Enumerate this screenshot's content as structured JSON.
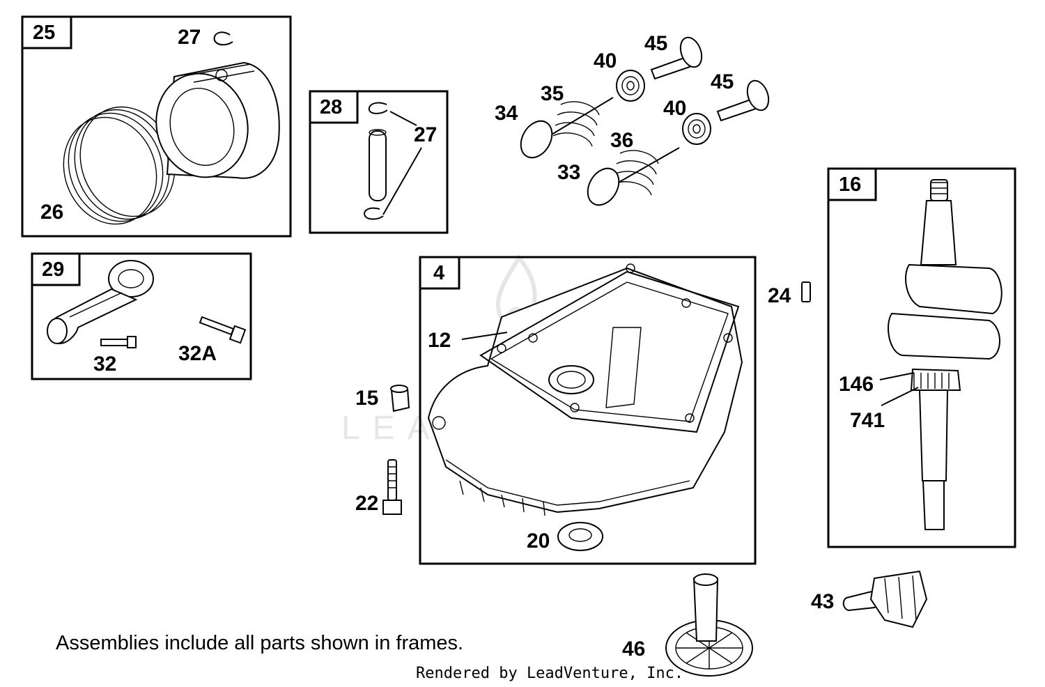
{
  "watermark": "LEADVENTURE",
  "note": "Assemblies include all parts shown in frames.",
  "credit": "Rendered by LeadVenture, Inc.",
  "frames": {
    "f25": "25",
    "f28": "28",
    "f29": "29",
    "f4": "4",
    "f16": "16"
  },
  "labels": {
    "p27a": "27",
    "p26": "26",
    "p27b": "27",
    "p32": "32",
    "p32a": "32A",
    "p45a": "45",
    "p40a": "40",
    "p45b": "45",
    "p35": "35",
    "p34": "34",
    "p40b": "40",
    "p36": "36",
    "p33": "33",
    "p24": "24",
    "p12": "12",
    "p15": "15",
    "p22": "22",
    "p20": "20",
    "p146": "146",
    "p741": "741",
    "p43": "43",
    "p46": "46"
  }
}
